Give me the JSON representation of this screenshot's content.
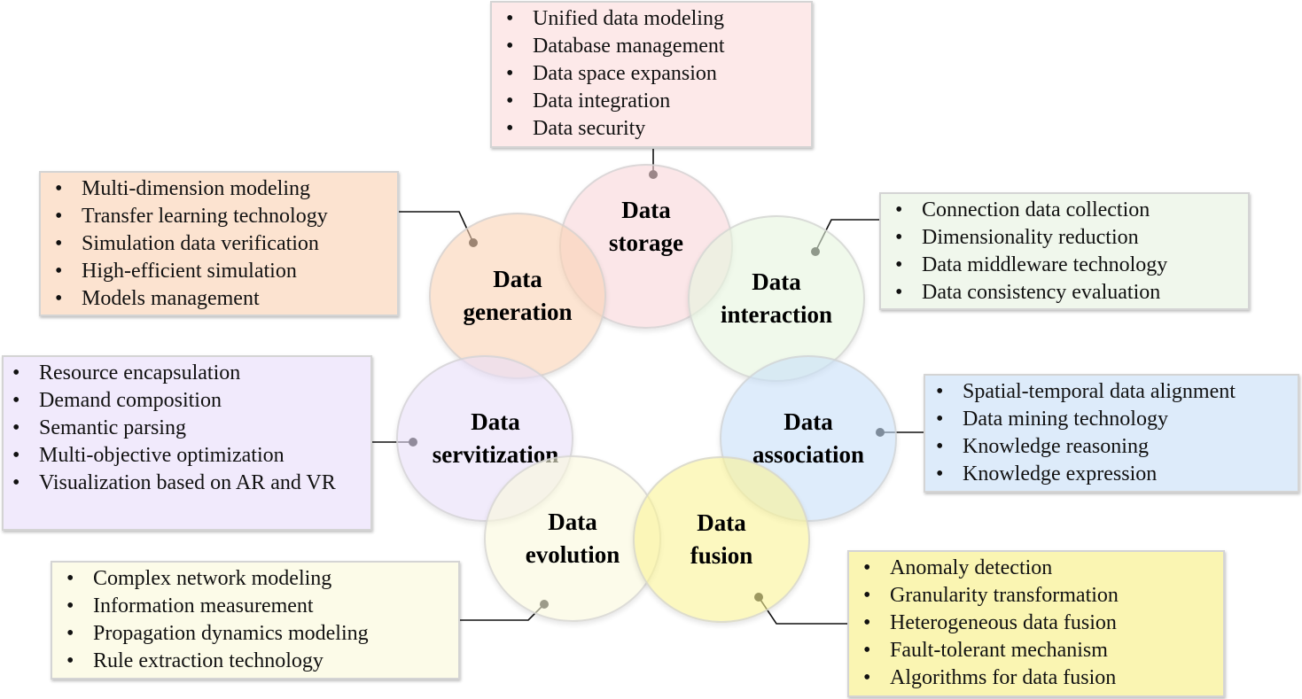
{
  "circles": {
    "storage": {
      "label": "Data\nstorage",
      "color": "rgba(248,213,216,0.60)"
    },
    "generation": {
      "label": "Data\ngeneration",
      "color": "rgba(250,210,180,0.60)"
    },
    "interaction": {
      "label": "Data\ninteraction",
      "color": "rgba(230,245,222,0.60)"
    },
    "servitization": {
      "label": "Data\nservitization",
      "color": "rgba(232,222,248,0.60)"
    },
    "association": {
      "label": "Data\nassociation",
      "color": "rgba(200,224,248,0.60)"
    },
    "evolution": {
      "label": "Data\nevolution",
      "color": "rgba(250,248,220,0.60)"
    },
    "fusion": {
      "label": "Data\nfusion",
      "color": "rgba(250,244,150,0.60)"
    }
  },
  "boxes": {
    "storage": {
      "background": "#fde9e9",
      "items": [
        "Unified data modeling",
        "Database management",
        "Data space expansion",
        "Data integration",
        "Data security"
      ]
    },
    "generation": {
      "background": "#fce3d0",
      "items": [
        "Multi-dimension modeling",
        "Transfer learning technology",
        "Simulation data verification",
        "High-efficient simulation",
        "Models management"
      ]
    },
    "interaction": {
      "background": "#f0f7ec",
      "items": [
        "Connection data collection",
        "Dimensionality reduction",
        "Data middleware technology",
        "Data consistency evaluation"
      ]
    },
    "servitization": {
      "background": "#f1eafc",
      "items": [
        "Resource encapsulation",
        "Demand composition",
        "Semantic parsing",
        "Multi-objective optimization",
        "Visualization based on AR and VR"
      ]
    },
    "association": {
      "background": "#ddebfa",
      "items": [
        "Spatial-temporal data alignment",
        "Data mining technology",
        "Knowledge reasoning",
        "Knowledge expression"
      ]
    },
    "evolution": {
      "background": "#fcfbe8",
      "items": [
        "Complex network modeling",
        "Information measurement",
        "Propagation dynamics modeling",
        "Rule extraction technology"
      ]
    },
    "fusion": {
      "background": "#faf5b2",
      "items": [
        "Anomaly detection",
        "Granularity transformation",
        "Heterogeneous data fusion",
        "Fault-tolerant mechanism",
        "Algorithms for data fusion"
      ]
    }
  }
}
